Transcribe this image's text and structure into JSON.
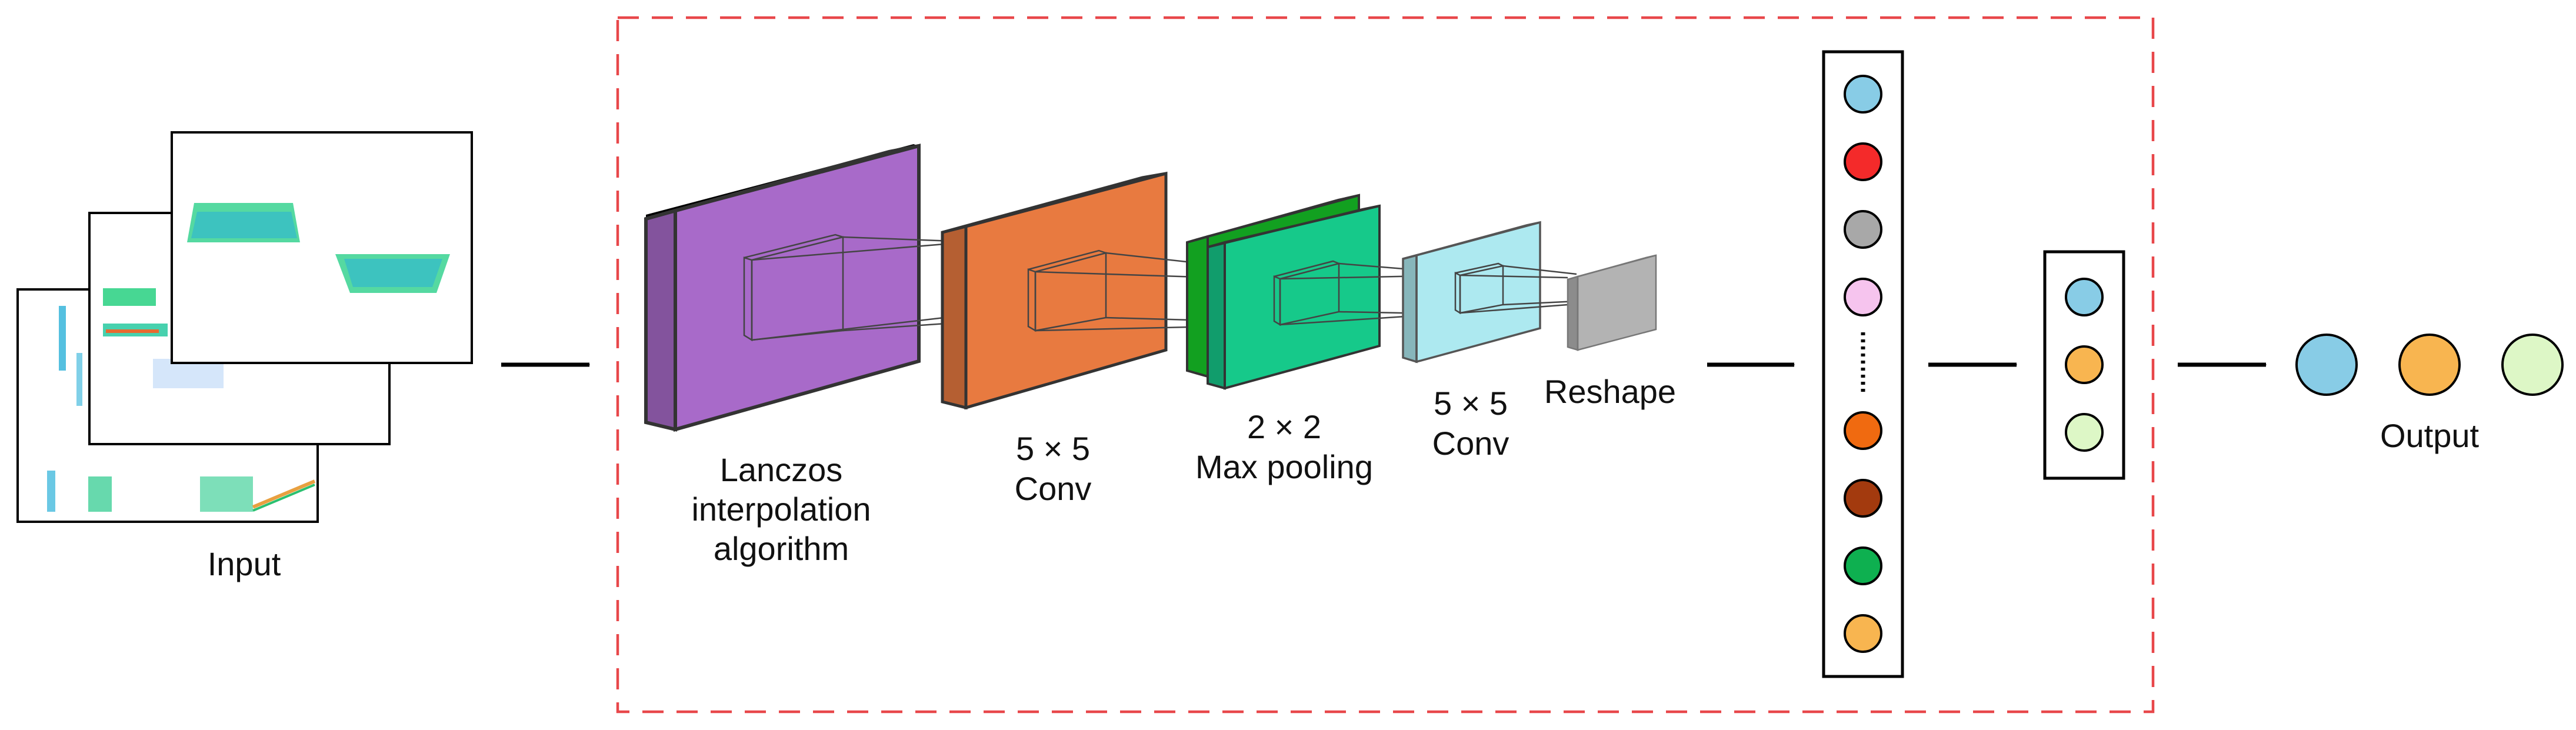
{
  "input": {
    "label": "Input"
  },
  "pipeline": {
    "layers": [
      {
        "label_lines": [
          "Lanczos",
          "interpolation",
          "algorithm"
        ],
        "color": "#A86AC9"
      },
      {
        "label_lines": [
          "5 × 5",
          "Conv"
        ],
        "color": "#E87A40"
      },
      {
        "label_lines": [
          "2 × 2",
          "Max pooling"
        ],
        "color": "#16C98A"
      },
      {
        "label_lines": [
          "5 × 5",
          "Conv"
        ],
        "color": "#ADE9F0"
      },
      {
        "label_lines": [
          "Reshape"
        ],
        "color": "#B3B3B3"
      }
    ],
    "border_color": "#E8474A"
  },
  "feature_vector": {
    "colors": [
      "#88CCE6",
      "#F42A2A",
      "#A8A8A8",
      "#F6C4EE",
      "#F06A10",
      "#A33A0E",
      "#0EB050",
      "#F8B550"
    ]
  },
  "fc_layer": {
    "colors": [
      "#88CCE6",
      "#F8B550",
      "#DDF7C6"
    ]
  },
  "output": {
    "label": "Output",
    "colors": [
      "#88CCE6",
      "#F8B550",
      "#DDF7C6"
    ]
  }
}
